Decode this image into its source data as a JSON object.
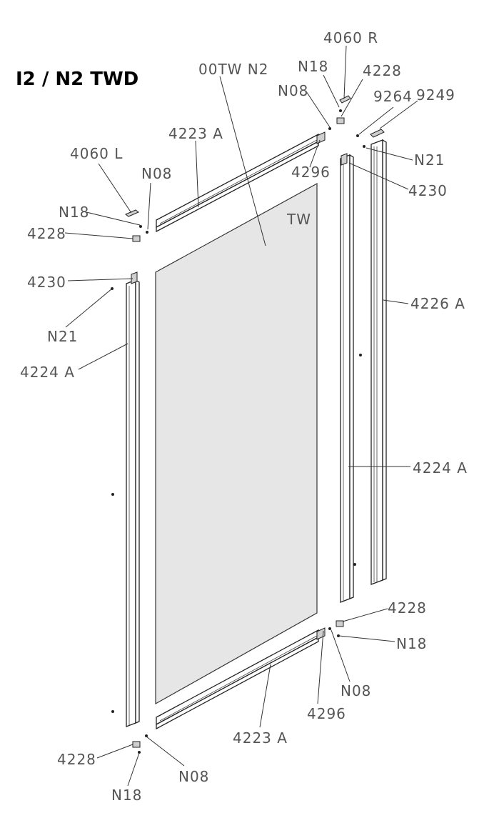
{
  "title": "I2 / N2 TWD",
  "colors": {
    "glass": "#e6e6e6",
    "line": "#333333",
    "label": "#555555"
  },
  "labels": {
    "glass_panel": "00TW N2",
    "glass_mark": "TW",
    "rail_top": "4223 A",
    "rail_bottom": "4223 A",
    "cap_left": "4060 L",
    "cap_right": "4060 R",
    "bracket_top_left": "4228",
    "bracket_top_right": "4228",
    "bracket_bottom_left": "4228",
    "bracket_bottom_right": "4228",
    "screw_n18_top_left": "N18",
    "screw_n18_top_right": "N18",
    "screw_n18_bottom_left": "N18",
    "screw_n18_bottom_right": "N18",
    "screw_n08_top_left": "N08",
    "screw_n08_top_right": "N08",
    "screw_n08_bottom_left": "N08",
    "screw_n08_bottom_right": "N08",
    "end_cap_top": "4296",
    "end_cap_bottom": "4296",
    "stop_left": "4230",
    "stop_right": "4230",
    "pin_n21_left": "N21",
    "pin_n21_right": "N21",
    "part_9264": "9264",
    "part_9249": "9249",
    "profile_left": "4224 A",
    "profile_right": "4224 A",
    "profile_wall": "4226 A"
  }
}
